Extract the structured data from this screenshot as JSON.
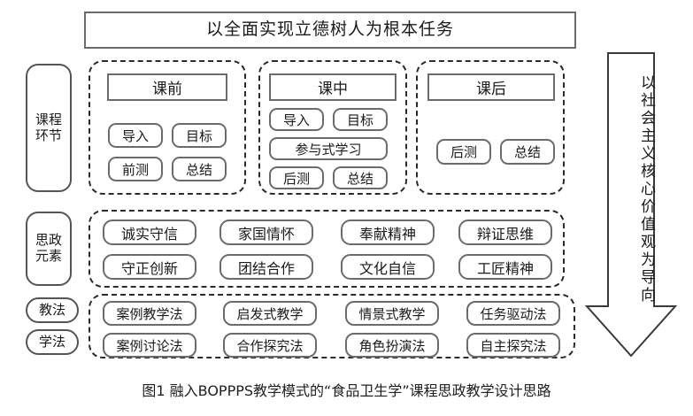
{
  "banner": {
    "text": "以全面实现立德树人为根本任务"
  },
  "rails": [
    {
      "name": "course-stage",
      "label": "课程\n环节"
    },
    {
      "name": "ideology-element",
      "label": "思政\n元素"
    },
    {
      "name": "teaching-method",
      "label": "教法"
    },
    {
      "name": "learning-method",
      "label": "学法"
    }
  ],
  "rail_labels": {
    "stage_line1": "课程",
    "stage_line2": "环节",
    "element_line1": "思政",
    "element_line2": "元素",
    "teach": "教法",
    "learn": "学法"
  },
  "stages": [
    {
      "key": "pre-class",
      "title": "课前",
      "chips": [
        "导入",
        "目标",
        "前测",
        "总结"
      ]
    },
    {
      "key": "in-class",
      "title": "课中",
      "chips": [
        "导入",
        "目标",
        "参与式学习",
        "后测",
        "总结"
      ]
    },
    {
      "key": "post-class",
      "title": "课后",
      "chips": [
        "后测",
        "总结"
      ]
    }
  ],
  "ideology_elements": [
    "诚实守信",
    "家国情怀",
    "奉献精神",
    "辩证思维",
    "守正创新",
    "团结合作",
    "文化自信",
    "工匠精神"
  ],
  "teaching_methods": [
    "案例教学法",
    "启发式教学",
    "情景式教学",
    "任务驱动法"
  ],
  "learning_methods": [
    "案例讨论法",
    "合作探究法",
    "角色扮演法",
    "自主探究法"
  ],
  "arrow": {
    "text": "以社会主义核心价值观为导向",
    "direction": "down"
  },
  "caption": {
    "text": "图1 融入BOPPPS教学模式的“食品卫生学”课程思政教学设计思路"
  },
  "colors": {
    "solid_border": "#6b6b6b",
    "dashed_border": "#2b2b2b",
    "text": "#1a1a1a",
    "background": "#ffffff"
  }
}
